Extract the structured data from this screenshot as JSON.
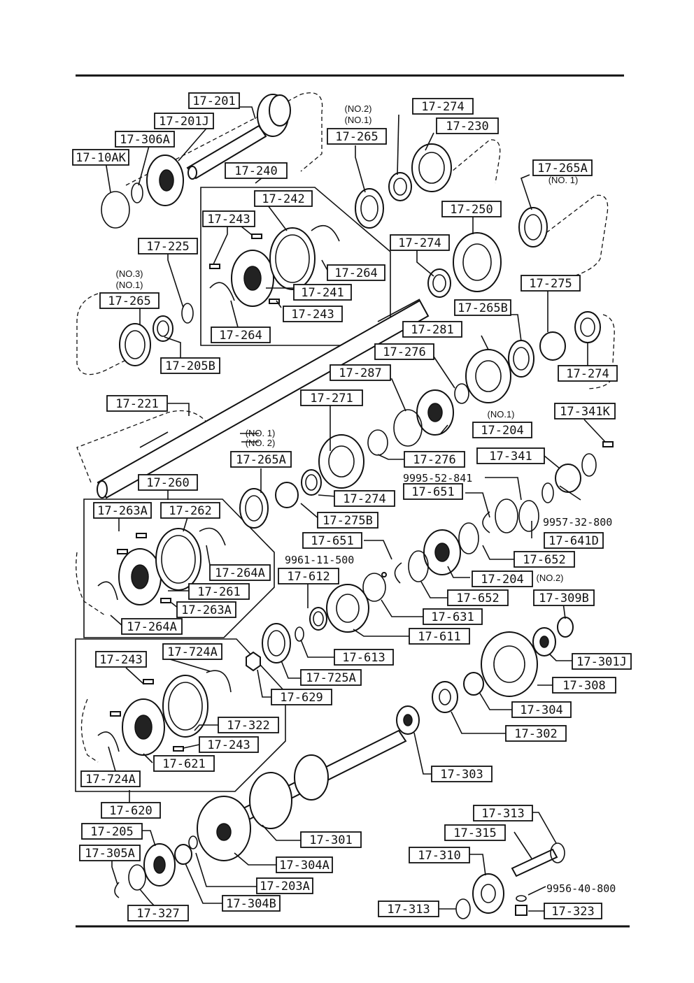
{
  "callouts": [
    {
      "id": "c_201",
      "text": "17-201"
    },
    {
      "id": "c_201J",
      "text": "17-201J"
    },
    {
      "id": "c_306A",
      "text": "17-306A"
    },
    {
      "id": "c_10AK",
      "text": "17-10AK"
    },
    {
      "id": "c_240",
      "text": "17-240"
    },
    {
      "id": "c_242",
      "text": "17-242"
    },
    {
      "id": "c_243a",
      "text": "17-243"
    },
    {
      "id": "c_225",
      "text": "17-225"
    },
    {
      "id": "c_264a",
      "text": "17-264"
    },
    {
      "id": "c_241",
      "text": "17-241"
    },
    {
      "id": "c_243b",
      "text": "17-243"
    },
    {
      "id": "c_264b",
      "text": "17-264"
    },
    {
      "id": "c_265a",
      "text": "17-265"
    },
    {
      "id": "c_205B",
      "text": "17-205B"
    },
    {
      "id": "c_265b",
      "text": "17-265"
    },
    {
      "id": "c_274a",
      "text": "17-274"
    },
    {
      "id": "c_230",
      "text": "17-230"
    },
    {
      "id": "c_274b",
      "text": "17-274"
    },
    {
      "id": "c_250",
      "text": "17-250"
    },
    {
      "id": "c_265Aa",
      "text": "17-265A"
    },
    {
      "id": "c_275",
      "text": "17-275"
    },
    {
      "id": "c_265B",
      "text": "17-265B"
    },
    {
      "id": "c_281",
      "text": "17-281"
    },
    {
      "id": "c_276a",
      "text": "17-276"
    },
    {
      "id": "c_274c",
      "text": "17-274"
    },
    {
      "id": "c_287",
      "text": "17-287"
    },
    {
      "id": "c_271",
      "text": "17-271"
    },
    {
      "id": "c_204a",
      "text": "17-204"
    },
    {
      "id": "c_341K",
      "text": "17-341K"
    },
    {
      "id": "c_221",
      "text": "17-221"
    },
    {
      "id": "c_265Ab",
      "text": "17-265A"
    },
    {
      "id": "c_276b",
      "text": "17-276"
    },
    {
      "id": "c_341",
      "text": "17-341"
    },
    {
      "id": "c_274d",
      "text": "17-274"
    },
    {
      "id": "c_260",
      "text": "17-260"
    },
    {
      "id": "c_263Aa",
      "text": "17-263A"
    },
    {
      "id": "c_262",
      "text": "17-262"
    },
    {
      "id": "c_275B",
      "text": "17-275B"
    },
    {
      "id": "c_651a",
      "text": "17-651"
    },
    {
      "id": "c_641D",
      "text": "17-641D"
    },
    {
      "id": "c_264Aa",
      "text": "17-264A"
    },
    {
      "id": "c_651b",
      "text": "17-651"
    },
    {
      "id": "c_652a",
      "text": "17-652"
    },
    {
      "id": "c_261",
      "text": "17-261"
    },
    {
      "id": "c_263Ab",
      "text": "17-263A"
    },
    {
      "id": "c_612",
      "text": "17-612"
    },
    {
      "id": "c_204b",
      "text": "17-204"
    },
    {
      "id": "c_309B",
      "text": "17-309B"
    },
    {
      "id": "c_652b",
      "text": "17-652"
    },
    {
      "id": "c_264Ab",
      "text": "17-264A"
    },
    {
      "id": "c_631",
      "text": "17-631"
    },
    {
      "id": "c_611",
      "text": "17-611"
    },
    {
      "id": "c_301J",
      "text": "17-301J"
    },
    {
      "id": "c_243c",
      "text": "17-243"
    },
    {
      "id": "c_724Aa",
      "text": "17-724A"
    },
    {
      "id": "c_613",
      "text": "17-613"
    },
    {
      "id": "c_725A",
      "text": "17-725A"
    },
    {
      "id": "c_308",
      "text": "17-308"
    },
    {
      "id": "c_629",
      "text": "17-629"
    },
    {
      "id": "c_304",
      "text": "17-304"
    },
    {
      "id": "c_322",
      "text": "17-322"
    },
    {
      "id": "c_243d",
      "text": "17-243"
    },
    {
      "id": "c_302",
      "text": "17-302"
    },
    {
      "id": "c_621",
      "text": "17-621"
    },
    {
      "id": "c_724Ab",
      "text": "17-724A"
    },
    {
      "id": "c_303",
      "text": "17-303"
    },
    {
      "id": "c_620",
      "text": "17-620"
    },
    {
      "id": "c_313a",
      "text": "17-313"
    },
    {
      "id": "c_205",
      "text": "17-205"
    },
    {
      "id": "c_315",
      "text": "17-315"
    },
    {
      "id": "c_301",
      "text": "17-301"
    },
    {
      "id": "c_305A",
      "text": "17-305A"
    },
    {
      "id": "c_310",
      "text": "17-310"
    },
    {
      "id": "c_304A",
      "text": "17-304A"
    },
    {
      "id": "c_203A",
      "text": "17-203A"
    },
    {
      "id": "c_327",
      "text": "17-327"
    },
    {
      "id": "c_304B",
      "text": "17-304B"
    },
    {
      "id": "c_313b",
      "text": "17-313"
    },
    {
      "id": "c_323",
      "text": "17-323"
    }
  ],
  "notes": [
    {
      "id": "n_no2a",
      "text": "(NO.2)"
    },
    {
      "id": "n_no1a",
      "text": "(NO.1)"
    },
    {
      "id": "n_no1b",
      "text": "(NO. 1)"
    },
    {
      "id": "n_no3",
      "text": "(NO.3)"
    },
    {
      "id": "n_no1c",
      "text": "(NO.1)"
    },
    {
      "id": "n_no1d",
      "text": "(NO.1)"
    },
    {
      "id": "n_no1e",
      "text": "(NO. 1)"
    },
    {
      "id": "n_no2e",
      "text": "(NO. 2)"
    },
    {
      "id": "n_no2f",
      "text": "(NO.2)"
    },
    {
      "id": "n_9995",
      "text": "9995-52-841"
    },
    {
      "id": "n_9957",
      "text": "9957-32-800"
    },
    {
      "id": "n_9961",
      "text": "9961-11-500"
    },
    {
      "id": "n_9956",
      "text": "9956-40-800"
    }
  ]
}
